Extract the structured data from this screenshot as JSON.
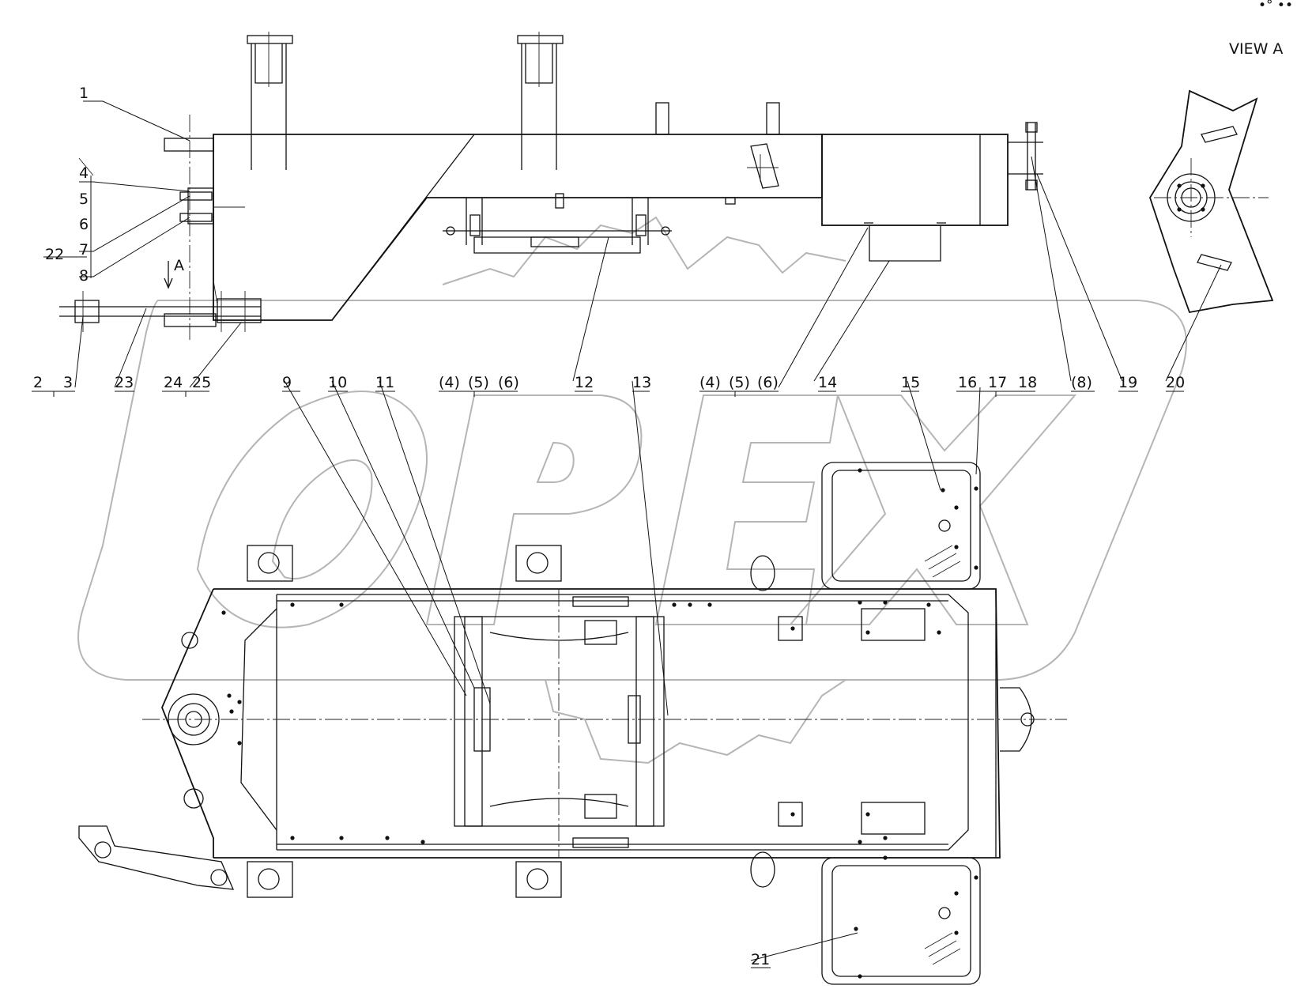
{
  "view_label": "VIEW A",
  "direction_label": "A",
  "top_dots": "•° ••",
  "labels": {
    "l1": "1",
    "l2": "2",
    "l3": "3",
    "l4": "4",
    "l5": "5",
    "l6": "6",
    "l7": "7",
    "l8": "8",
    "l9": "9",
    "l10": "10",
    "l11": "11",
    "l12": "12",
    "l13": "13",
    "l14": "14",
    "l15": "15",
    "l16": "16",
    "l17": "17",
    "l18": "18",
    "l19": "19",
    "l20": "20",
    "l21": "21",
    "l22": "22",
    "l23": "23",
    "l24": "24",
    "l25": "25",
    "r4a": "(4)",
    "r5a": "(5)",
    "r6a": "(6)",
    "r4b": "(4)",
    "r5b": "(5)",
    "r6b": "(6)",
    "r8": "(8)"
  },
  "watermark": {
    "brand": "OPEX",
    "color": "#b5b5b5"
  }
}
